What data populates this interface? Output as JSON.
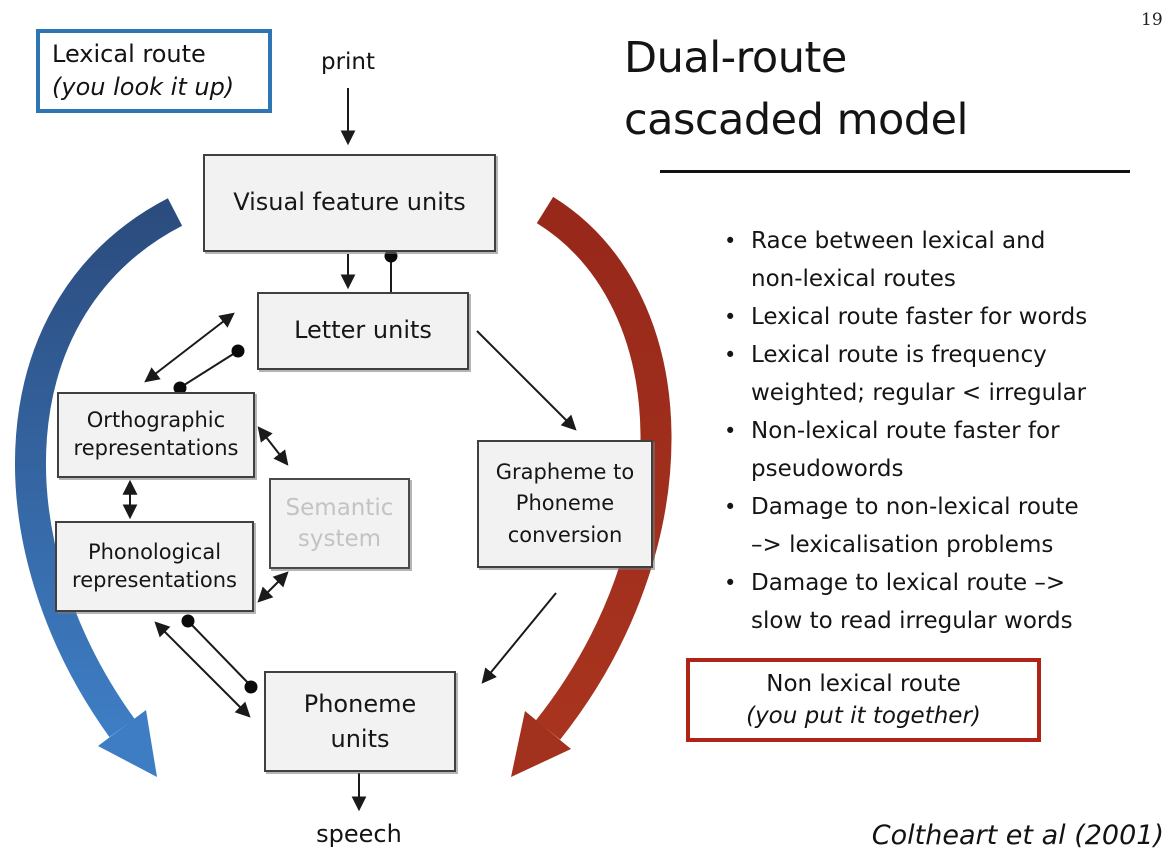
{
  "page_number": "19",
  "title": "Dual-route\ncascaded model",
  "callouts": {
    "lexical": {
      "title": "Lexical route",
      "subtitle": "(you look it up)"
    },
    "nonlexical": {
      "title": "Non lexical route",
      "subtitle": "(you put it together)"
    }
  },
  "citation": "Coltheart et al (2001)",
  "diagram": {
    "input_label": "print",
    "output_label": "speech",
    "boxes": {
      "visual_feature_units": "Visual feature units",
      "letter_units": "Letter units",
      "orthographic": "Orthographic\nrepresentations",
      "phonological": "Phonological\nrepresentations",
      "semantic": "Semantic\nsystem",
      "grapheme_phoneme": "Grapheme to\nPhoneme\nconversion",
      "phoneme_units": "Phoneme\nunits"
    },
    "routes": {
      "lexical_arrow": "blue curved route arrow",
      "nonlexical_arrow": "red curved route arrow"
    }
  },
  "bullets": [
    {
      "text": "Race between lexical and\nnon-lexical routes"
    },
    {
      "text": "Lexical route faster for words"
    },
    {
      "text": "Lexical route is frequency\nweighted; regular < irregular"
    },
    {
      "text": "Non-lexical route faster for\npseudowords"
    },
    {
      "text": "Damage to non-lexical route\n–> lexicalisation problems"
    },
    {
      "text": "Damage to lexical route –>\nslow to read irregular words"
    }
  ],
  "colors": {
    "lexical_blue_border": "#2e75b6",
    "blue_arrow_dark": "#2b4c7e",
    "blue_arrow_light": "#3e7dc4",
    "nonlexical_red_border": "#b02418",
    "red_arrow": "#a0301e",
    "box_fill": "#f2f2f2",
    "box_border": "#404040",
    "muted_text": "#c3c3c3"
  }
}
